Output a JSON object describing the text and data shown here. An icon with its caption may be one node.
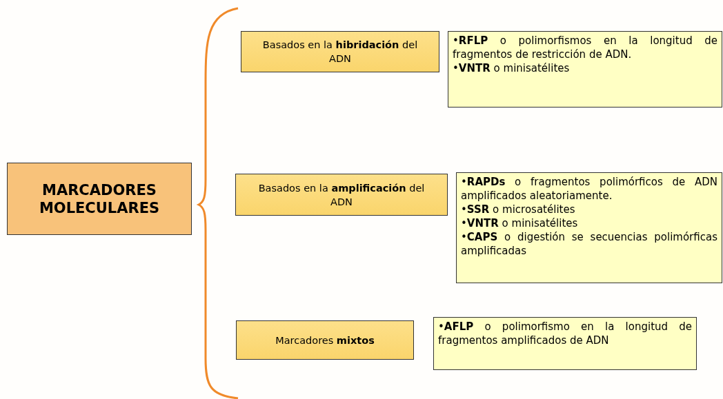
{
  "diagram": {
    "nodes": [
      {
        "text": [
          "MARCADORES MOLECULARES"
        ]
      },
      {
        "text": [
          "Basados en la **hibridación** del ADN"
        ]
      },
      {
        "text": [
          "•**RFLP** o polimorfismos en la longitud de fragmentos de restricción de ADN.",
          "•**VNTR** o minisatélites"
        ]
      },
      {
        "text": [
          "Basados en la **amplificación** del ADN"
        ]
      },
      {
        "text": [
          "•**RAPDs** o fragmentos polimórficos de ADN amplificados aleatoriamente.",
          "•**SSR** o microsatélites",
          "•**VNTR** o minisatélites",
          "•**CAPS** o digestión se secuencias polimórficas amplificadas"
        ]
      },
      {
        "text": [
          "Marcadores **mixtos**"
        ]
      },
      {
        "text": [
          "•**AFLP** o polimorfismo en la longitud de fragmentos amplificados de ADN"
        ]
      }
    ]
  }
}
